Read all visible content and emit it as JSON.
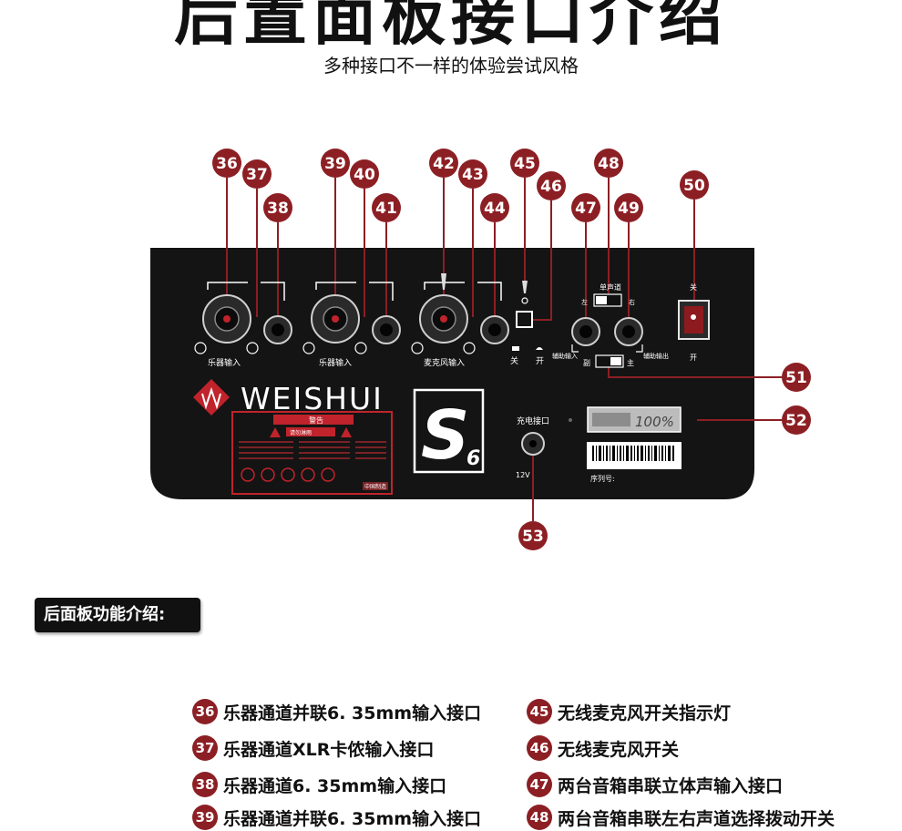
{
  "header": {
    "title": "后置面板接口介绍",
    "subtitle": "多种接口不一样的体验尝试风格"
  },
  "panel": {
    "brand": "WEISHUI",
    "model_letter": "S",
    "model_number": "6",
    "labels": {
      "instrument_input": "乐器输入",
      "mic_input": "麦克风输入",
      "off": "关",
      "on": "开",
      "aux_input": "辅助输入",
      "aux_output": "辅助输出",
      "sub": "副",
      "main": "主",
      "single_channel": "单声道",
      "left": "左",
      "right": "右",
      "power_on": "开",
      "power_off": "关",
      "charge_port": "充电接口",
      "voltage": "12V",
      "battery_pct": "100%",
      "serial": "序列号:",
      "warning": "警告",
      "warning_sub": "请勿淋雨",
      "factory": "中国制造"
    }
  },
  "badges": [
    "36",
    "37",
    "38",
    "39",
    "40",
    "41",
    "42",
    "43",
    "44",
    "45",
    "46",
    "47",
    "48",
    "49",
    "50",
    "51",
    "52",
    "53"
  ],
  "section": {
    "label": "后面板功能介绍:"
  },
  "legend": [
    {
      "num": "36",
      "text": "乐器通道并联6. 35mm输入接口"
    },
    {
      "num": "37",
      "text": "乐器通道XLR卡侬输入接口"
    },
    {
      "num": "38",
      "text": "乐器通道6. 35mm输入接口"
    },
    {
      "num": "39",
      "text": "乐器通道并联6. 35mm输入接口"
    },
    {
      "num": "45",
      "text": "无线麦克风开关指示灯"
    },
    {
      "num": "46",
      "text": "无线麦克风开关"
    },
    {
      "num": "47",
      "text": "两台音箱串联立体声输入接口"
    },
    {
      "num": "48",
      "text": "两台音箱串联左右声道选择拨动开关"
    }
  ],
  "colors": {
    "badge": "#8c1f24",
    "panel": "#141414",
    "accent": "#c0232b"
  }
}
